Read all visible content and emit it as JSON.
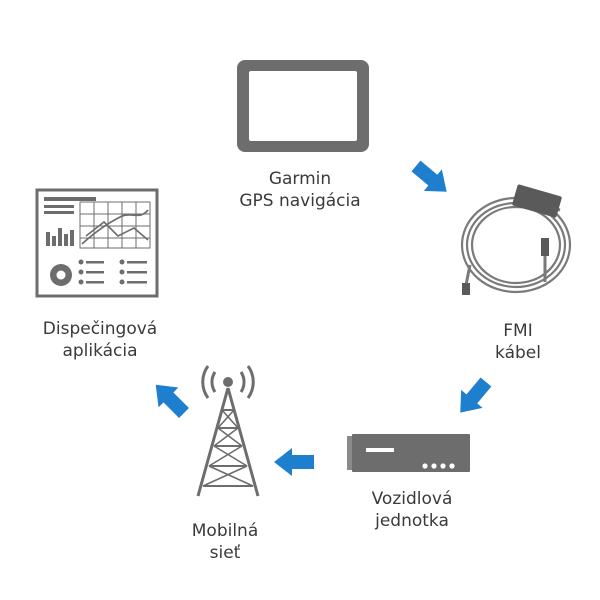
{
  "nodes": {
    "gps": {
      "line1": "Garmin",
      "line2": "GPS navigácia"
    },
    "fmi": {
      "line1": "FMI",
      "line2": "kábel"
    },
    "vehicle": {
      "line1": "Vozidlová",
      "line2": "jednotka"
    },
    "network": {
      "line1": "Mobilná",
      "line2": "sieť"
    },
    "dispatch": {
      "line1": "Dispečingová",
      "line2": "aplikácia"
    }
  },
  "colors": {
    "icon": "#6d6d6d",
    "arrow": "#1f7fcf",
    "text": "#3a3a3a"
  },
  "icons": [
    "gps-device-icon",
    "fmi-cable-icon",
    "vehicle-unit-icon",
    "cell-tower-icon",
    "dispatch-app-icon"
  ]
}
